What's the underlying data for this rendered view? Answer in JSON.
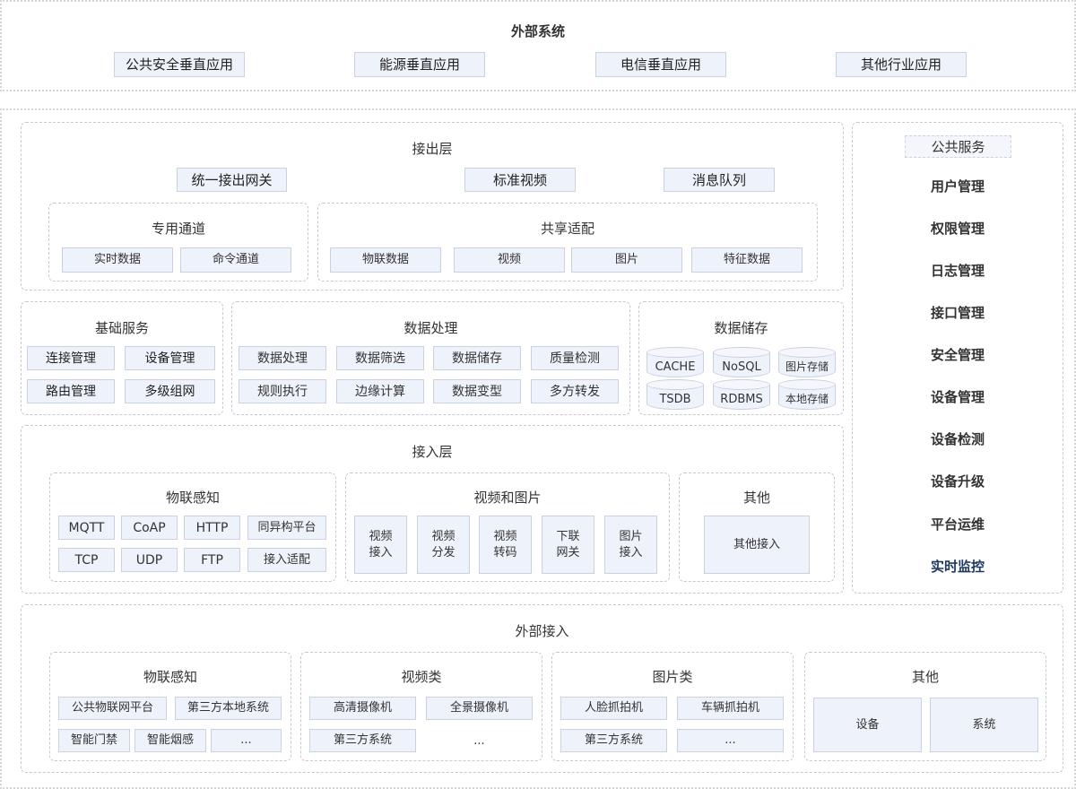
{
  "external_system": {
    "title": "外部系统",
    "items": [
      "公共安全垂直应用",
      "能源垂直应用",
      "电信垂直应用",
      "其他行业应用"
    ]
  },
  "output_layer": {
    "title": "接出层",
    "items": [
      "统一接出网关",
      "标准视频",
      "消息队列"
    ],
    "dedicated": {
      "title": "专用通道",
      "items": [
        "实时数据",
        "命令通道"
      ]
    },
    "shared": {
      "title": "共享适配",
      "items": [
        "物联数据",
        "视频",
        "图片",
        "特征数据"
      ]
    }
  },
  "basic_services": {
    "title": "基础服务",
    "items": [
      "连接管理",
      "设备管理",
      "路由管理",
      "多级组网"
    ]
  },
  "data_processing": {
    "title": "数据处理",
    "items": [
      "数据处理",
      "数据筛选",
      "数据储存",
      "质量检测",
      "规则执行",
      "边缘计算",
      "数据变型",
      "多方转发"
    ]
  },
  "data_storage": {
    "title": "数据储存",
    "items": [
      "CACHE",
      "NoSQL",
      "图片存储",
      "TSDB",
      "RDBMS",
      "本地存储"
    ]
  },
  "access_layer": {
    "title": "接入层",
    "iot": {
      "title": "物联感知",
      "items": [
        "MQTT",
        "CoAP",
        "HTTP",
        "同异构平台",
        "TCP",
        "UDP",
        "FTP",
        "接入适配"
      ]
    },
    "video": {
      "title": "视频和图片",
      "items": [
        [
          "视频",
          "接入"
        ],
        [
          "视频",
          "分发"
        ],
        [
          "视频",
          "转码"
        ],
        [
          "下联",
          "网关"
        ],
        [
          "图片",
          "接入"
        ]
      ]
    },
    "other": {
      "title": "其他",
      "item": "其他接入"
    }
  },
  "public_services": {
    "title": "公共服务",
    "items": [
      "用户管理",
      "权限管理",
      "日志管理",
      "接口管理",
      "安全管理",
      "设备管理",
      "设备检测",
      "设备升级",
      "平台运维",
      "实时监控"
    ]
  },
  "external_access": {
    "title": "外部接入",
    "iot": {
      "title": "物联感知",
      "items": [
        "公共物联网平台",
        "第三方本地系统",
        "智能门禁",
        "智能烟感",
        "..."
      ]
    },
    "video": {
      "title": "视频类",
      "items": [
        "高清摄像机",
        "全景摄像机",
        "第三方系统",
        "..."
      ]
    },
    "image": {
      "title": "图片类",
      "items": [
        "人脸抓拍机",
        "车辆抓拍机",
        "第三方系统",
        "..."
      ]
    },
    "other": {
      "title": "其他",
      "items": [
        "设备",
        "系统"
      ]
    }
  }
}
